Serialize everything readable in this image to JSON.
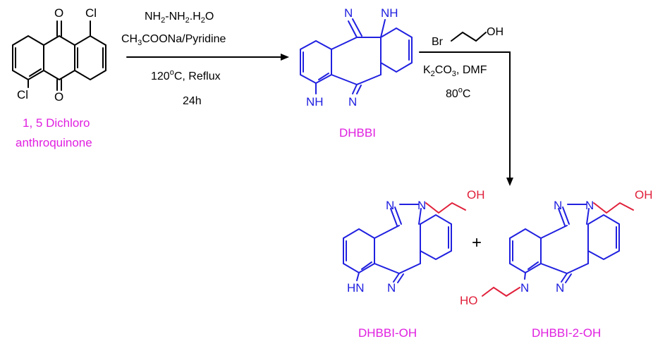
{
  "colors": {
    "label_magenta": "#e020e0",
    "bond_black": "#000000",
    "heterocycle_blue": "#2020e0",
    "hydroxyethyl_red": "#e0203a"
  },
  "starting_material": {
    "atoms": {
      "cl_top": "Cl",
      "cl_bottom": "Cl",
      "o_top": "O",
      "o_bottom": "O"
    },
    "caption_line1": "1, 5 Dichloro",
    "caption_line2": "anthroquinone"
  },
  "step1": {
    "reagent1": "NH",
    "reagent1_sub1": "2",
    "reagent1_mid": "-NH",
    "reagent1_sub2": "2",
    "reagent1_end": ".H",
    "reagent1_sub3": "2",
    "reagent1_tail": "O",
    "reagent2_a": "CH",
    "reagent2_sub": "3",
    "reagent2_b": "COONa/Pyridine",
    "temp_value": "120",
    "temp_deg": "o",
    "temp_rest": "C, Reflux",
    "time": "24h"
  },
  "dhbbi": {
    "atom_n_top": "N",
    "atom_nh_top": "NH",
    "atom_nh_bottom": "NH",
    "atom_n_bottom": "N",
    "label": "DHBBI"
  },
  "step2": {
    "br": "Br",
    "oh": "OH",
    "base_a": "K",
    "base_sub": "2",
    "base_b": "CO",
    "base_sub2": "3",
    "base_c": ", DMF",
    "temp_value": "80",
    "temp_deg": "o",
    "temp_rest": "C"
  },
  "products": {
    "plus": "+",
    "p1": {
      "atom_n1": "N",
      "atom_n2": "N",
      "atom_oh": "OH",
      "atom_hn": "HN",
      "atom_n3": "N",
      "label": "DHBBI-OH"
    },
    "p2": {
      "atom_n1": "N",
      "atom_n2": "N",
      "atom_oh": "OH",
      "atom_ho": "HO",
      "atom_n3": "N",
      "atom_n4": "N",
      "label": "DHBBI-2-OH"
    }
  }
}
